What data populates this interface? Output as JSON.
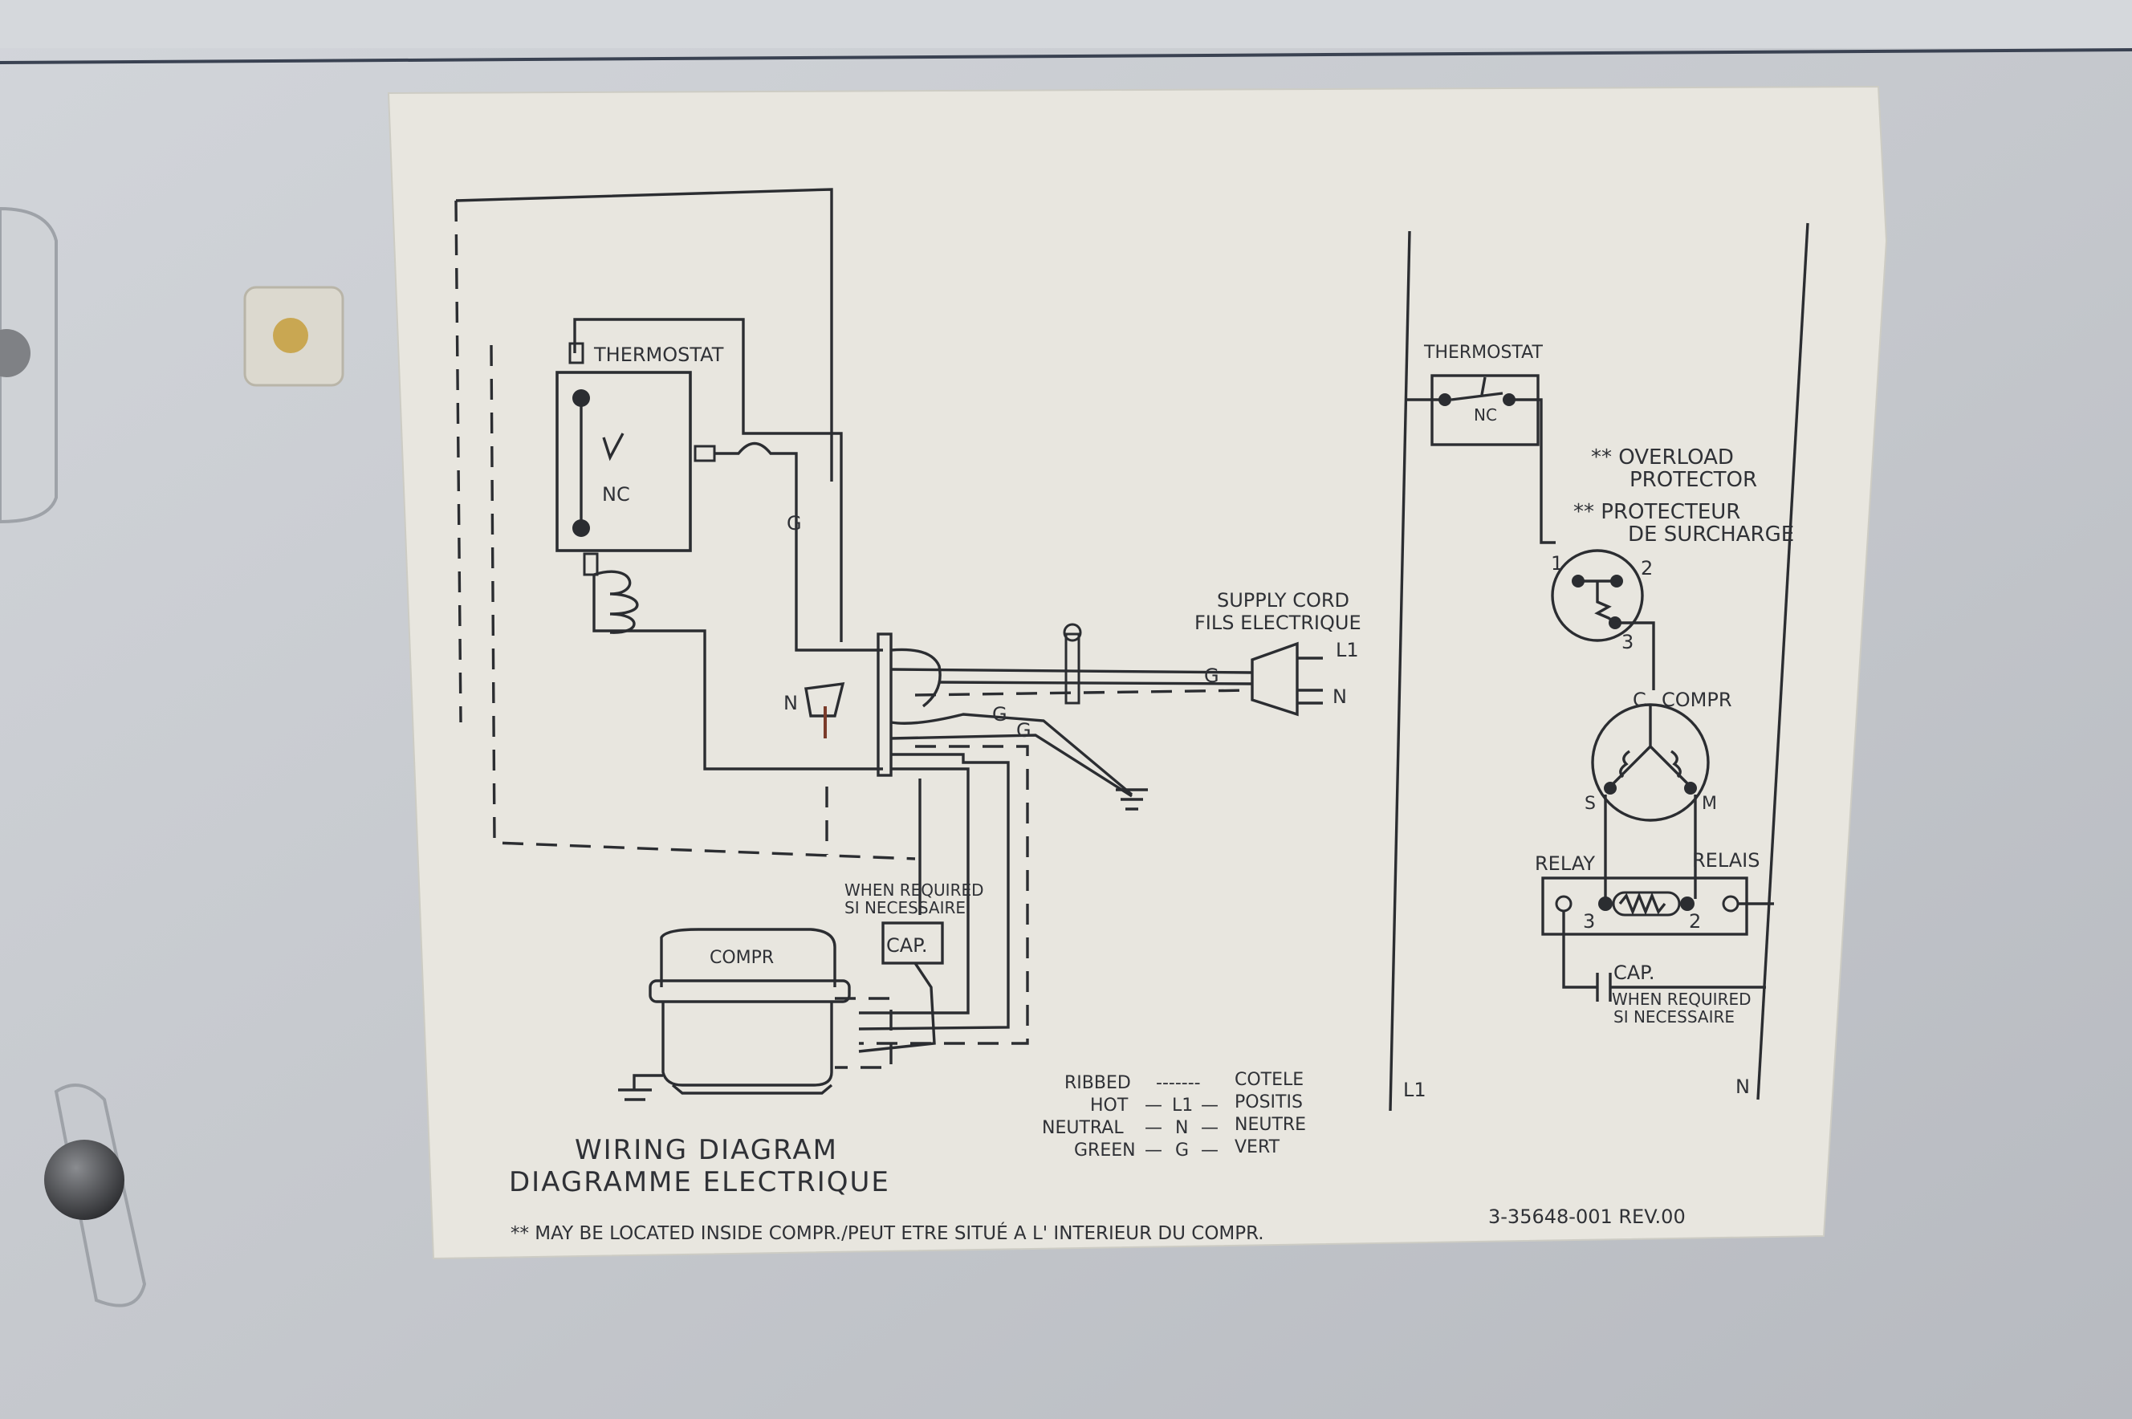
{
  "labels": {
    "thermostat_left": "THERMOSTAT",
    "nc_left": "NC",
    "g_wire": "G",
    "n_terminal": "N",
    "supply_cord": "SUPPLY CORD",
    "fils_electrique": "FILS ELECTRIQUE",
    "l1_plug": "L1",
    "n_plug": "N",
    "g_cord": "G",
    "g_ground1": "G",
    "g_ground2": "G",
    "when_required_left": "WHEN REQUIRED",
    "si_necessaire_left": "SI NECESSAIRE",
    "cap_left": "CAP.",
    "compr_left": "COMPR",
    "thermostat_right": "THERMOSTAT",
    "nc_right": "NC",
    "overload_protector_1": "** OVERLOAD",
    "overload_protector_2": "PROTECTOR",
    "protecteur_1": "** PROTECTEUR",
    "protecteur_2": "DE SURCHARGE",
    "term_1": "1",
    "term_2": "2",
    "term_3": "3",
    "c": "C",
    "compr_right": "COMPR",
    "s": "S",
    "m": "M",
    "relay": "RELAY",
    "relais": "RELAIS",
    "relay_3": "3",
    "relay_2": "2",
    "cap_right": "CAP.",
    "when_required_right": "WHEN REQUIRED",
    "si_necessaire_right": "SI NECESSAIRE",
    "l1_rail": "L1",
    "n_rail": "N"
  },
  "legend": {
    "rows": [
      {
        "left": "RIBBED",
        "right": "COTELE"
      },
      {
        "left": "HOT",
        "mid": "L1",
        "right": "POSITIS"
      },
      {
        "left": "NEUTRAL",
        "mid": "N",
        "right": "NEUTRE"
      },
      {
        "left": "GREEN",
        "mid": "G",
        "right": "VERT"
      }
    ]
  },
  "title": {
    "line1": "WIRING DIAGRAM",
    "line2": "DIAGRAMME ELECTRIQUE"
  },
  "footnote": "** MAY BE LOCATED INSIDE COMPR./PEUT ETRE SITUÉ A L' INTERIEUR DU COMPR.",
  "part_number": "3-35648-001 REV.00"
}
